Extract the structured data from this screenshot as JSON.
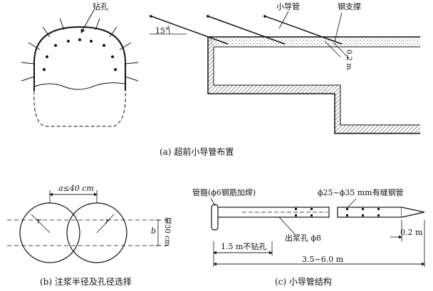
{
  "panel_a": {
    "drill_hole": "钻孔",
    "small_pipe": "小导管",
    "steel_support": "钢支撑",
    "angle": "15°",
    "spacing": "0.2 m",
    "caption": "(a) 超前小导管布置"
  },
  "panel_b": {
    "spacing_label": "a≤40 cm",
    "radius_left": "r",
    "radius_right": "r",
    "b_label": "b",
    "b_value": "取30 cm",
    "caption": "(b) 注浆半径及孔径选择"
  },
  "panel_c": {
    "pipe_hoop": "管箍(ϕ6钢筋加焊)",
    "slotted_pipe": "ϕ25~ϕ35 mm有缝钢管",
    "grout_hole": "出浆孔 ϕ8",
    "no_drill": "1.5 m不钻孔",
    "tip_length": "0.2 m",
    "total_length": "3.5~6.0 m",
    "caption": "(c) 小导管结构"
  }
}
